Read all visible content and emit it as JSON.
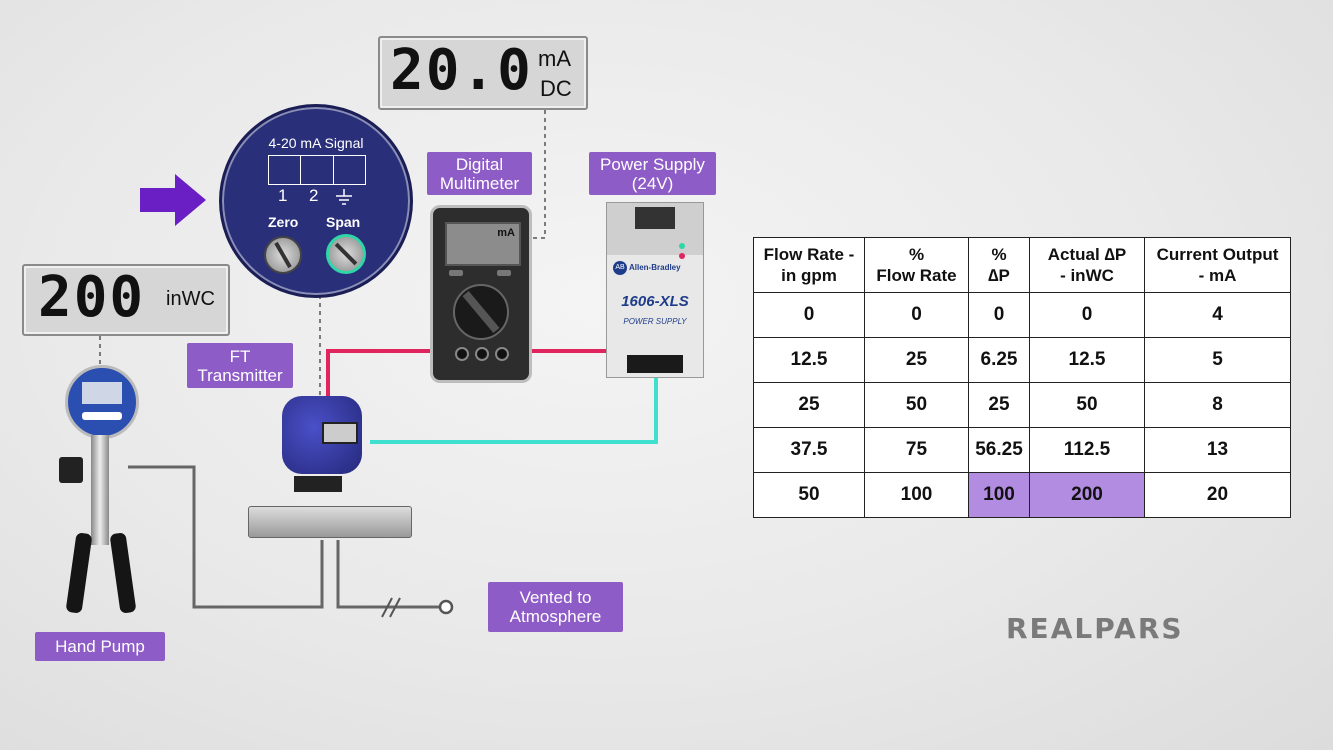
{
  "displays": {
    "multimeter_lcd": {
      "value": "20.0",
      "unit_top": "mA",
      "unit_bottom": "DC"
    },
    "pressure_lcd": {
      "value": "200",
      "unit": "inWC"
    }
  },
  "transmitter_panel": {
    "signal_label": "4-20 mA Signal",
    "terminal_1": "1",
    "terminal_2": "2",
    "zero_label": "Zero",
    "span_label": "Span"
  },
  "multimeter": {
    "screen_unit": "mA"
  },
  "power_supply_device": {
    "brand_badge": "AB",
    "brand": "Allen-Bradley",
    "model": "1606-XLS",
    "caption": "POWER SUPPLY"
  },
  "labels": {
    "digital_multimeter": [
      "Digital",
      "Multimeter"
    ],
    "power_supply": [
      "Power Supply",
      "(24V)"
    ],
    "ft_transmitter": [
      "FT",
      "Transmitter"
    ],
    "hand_pump": "Hand Pump",
    "vented": [
      "Vented to",
      "Atmosphere"
    ]
  },
  "table": {
    "headers": [
      [
        "Flow Rate -",
        "in gpm"
      ],
      [
        "%",
        "Flow Rate"
      ],
      [
        "%",
        "∆P"
      ],
      [
        "Actual  ∆P",
        "- inWC"
      ],
      [
        "Current Output",
        "- mA"
      ]
    ],
    "rows": [
      [
        "0",
        "0",
        "0",
        "0",
        "4"
      ],
      [
        "12.5",
        "25",
        "6.25",
        "12.5",
        "5"
      ],
      [
        "25",
        "50",
        "25",
        "50",
        "8"
      ],
      [
        "37.5",
        "75",
        "56.25",
        "112.5",
        "13"
      ],
      [
        "50",
        "100",
        "100",
        "200",
        "20"
      ]
    ],
    "highlight_color": "#b28ce0"
  },
  "logo": "REALPARS",
  "colors": {
    "accent_purple": "#8e5cc6",
    "wire_red": "#e0245e",
    "wire_cyan": "#3fe0d0",
    "arrow": "#6a1fc4",
    "span_ring": "#2fd6a8"
  }
}
